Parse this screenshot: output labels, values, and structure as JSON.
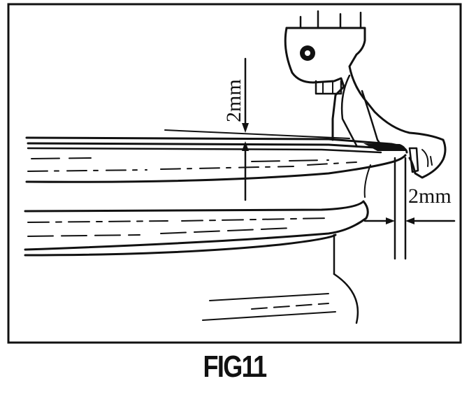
{
  "diagram": {
    "vertical_gap_label": "2mm",
    "horizontal_gap_label": "2mm"
  },
  "caption": "FIG11"
}
